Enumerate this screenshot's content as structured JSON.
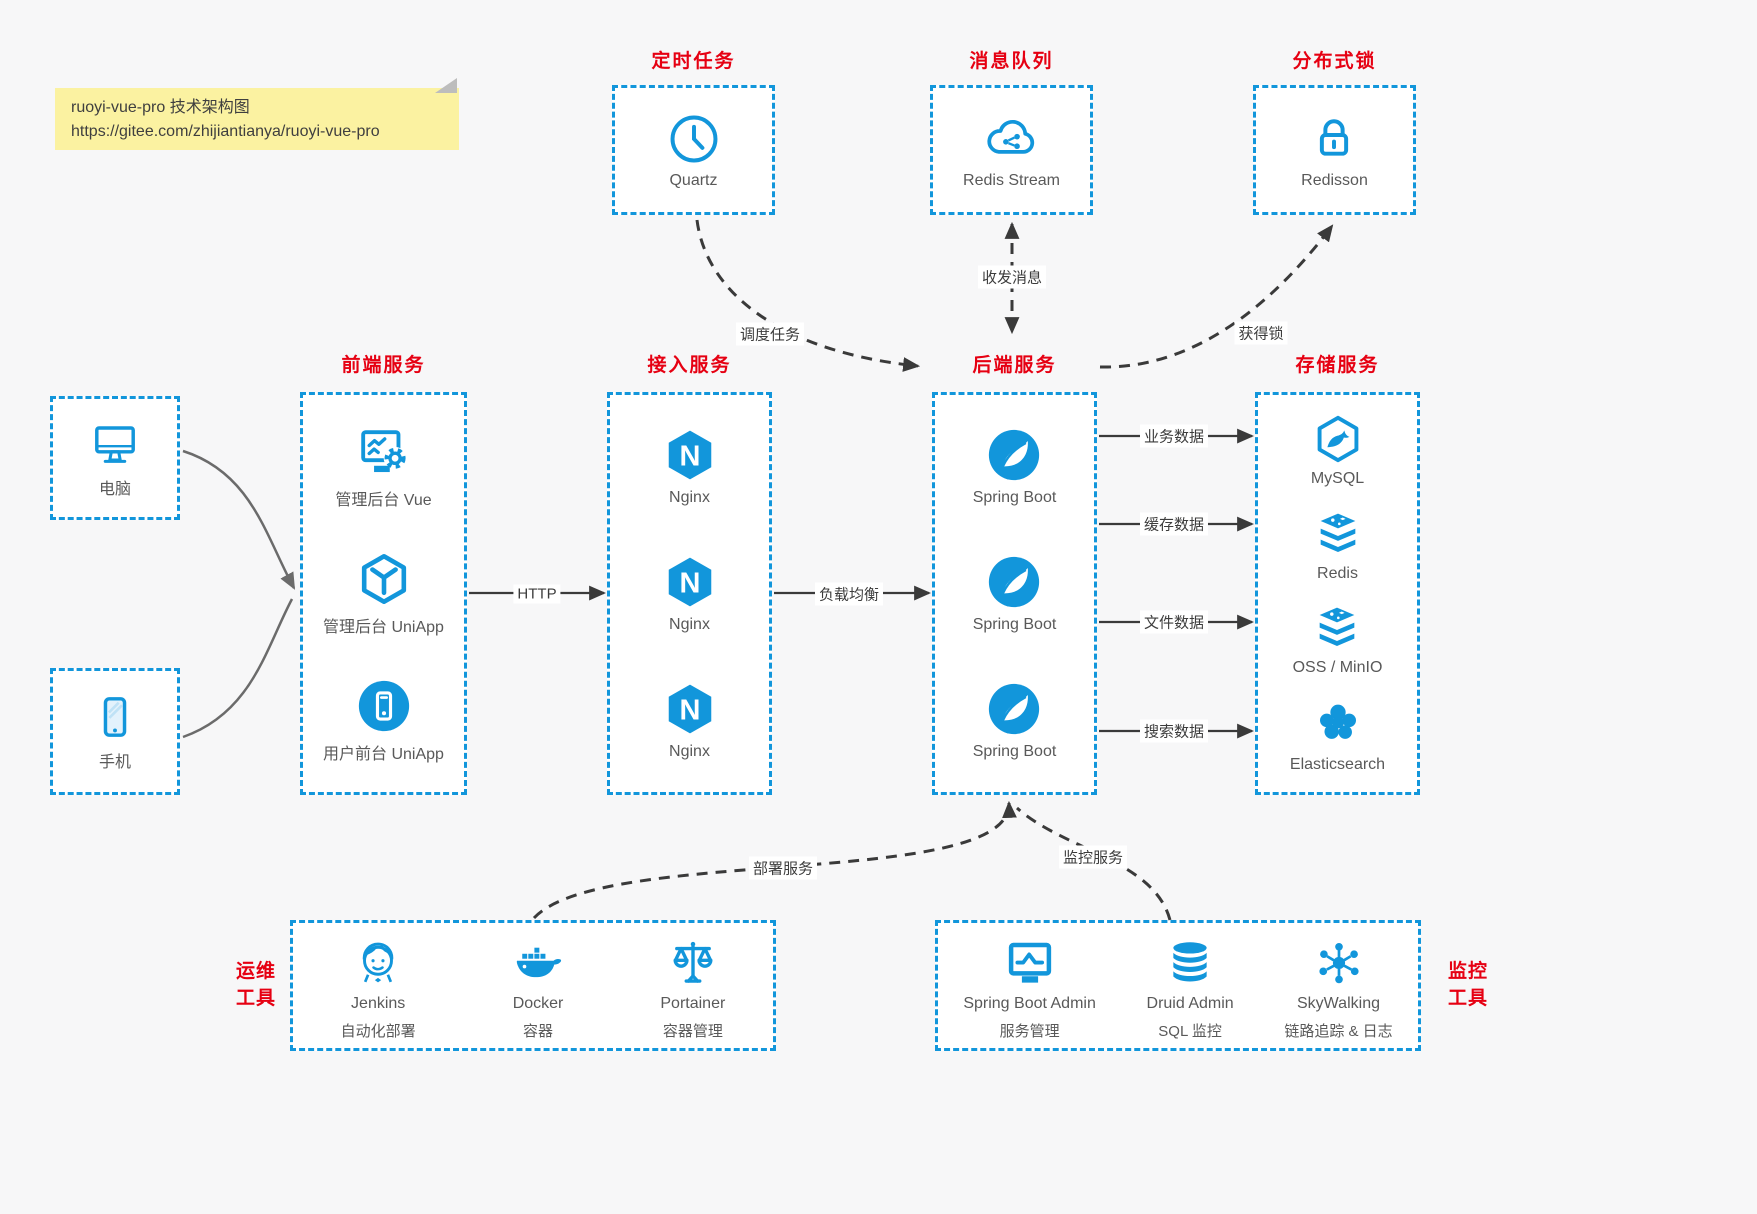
{
  "note": {
    "title": "ruoyi-vue-pro 技术架构图",
    "url": "https://gitee.com/zhijiantianya/ruoyi-vue-pro"
  },
  "colors": {
    "accent_blue": "#1296db",
    "title_red": "#e60012",
    "note_bg": "#fbf2a1",
    "arrow_dark": "#3a3a3a",
    "arrow_gray": "#6b6b6b",
    "box_bg": "#ffffff",
    "page_bg": "#f7f7f8"
  },
  "top_services": [
    {
      "title": "定时任务",
      "label": "Quartz",
      "icon": "clock-icon"
    },
    {
      "title": "消息队列",
      "label": "Redis Stream",
      "icon": "cloud-mq-icon"
    },
    {
      "title": "分布式锁",
      "label": "Redisson",
      "icon": "lock-icon"
    }
  ],
  "clients": [
    {
      "label": "电脑",
      "icon": "desktop-icon"
    },
    {
      "label": "手机",
      "icon": "mobile-icon"
    }
  ],
  "frontend": {
    "title": "前端服务",
    "items": [
      {
        "label": "管理后台 Vue",
        "icon": "admin-vue-icon"
      },
      {
        "label": "管理后台 UniApp",
        "icon": "uniapp-cube-icon"
      },
      {
        "label": "用户前台 UniApp",
        "icon": "user-app-icon"
      }
    ]
  },
  "gateway": {
    "title": "接入服务",
    "items": [
      {
        "label": "Nginx",
        "icon": "nginx-icon"
      },
      {
        "label": "Nginx",
        "icon": "nginx-icon"
      },
      {
        "label": "Nginx",
        "icon": "nginx-icon"
      }
    ]
  },
  "backend": {
    "title": "后端服务",
    "items": [
      {
        "label": "Spring Boot",
        "icon": "spring-icon"
      },
      {
        "label": "Spring Boot",
        "icon": "spring-icon"
      },
      {
        "label": "Spring Boot",
        "icon": "spring-icon"
      }
    ]
  },
  "storage": {
    "title": "存储服务",
    "items": [
      {
        "label": "MySQL",
        "icon": "mysql-icon"
      },
      {
        "label": "Redis",
        "icon": "redis-stack-icon"
      },
      {
        "label": "OSS / MinIO",
        "icon": "oss-stack-icon"
      },
      {
        "label": "Elasticsearch",
        "icon": "elasticsearch-icon"
      }
    ]
  },
  "ops": {
    "title_lines": [
      "运维",
      "工具"
    ],
    "items": [
      {
        "name": "Jenkins",
        "desc": "自动化部署",
        "icon": "jenkins-icon"
      },
      {
        "name": "Docker",
        "desc": "容器",
        "icon": "docker-icon"
      },
      {
        "name": "Portainer",
        "desc": "容器管理",
        "icon": "portainer-icon"
      }
    ]
  },
  "monitoring": {
    "title_lines": [
      "监控",
      "工具"
    ],
    "items": [
      {
        "name": "Spring Boot Admin",
        "desc": "服务管理",
        "icon": "spring-boot-admin-icon"
      },
      {
        "name": "Druid Admin",
        "desc": "SQL 监控",
        "icon": "druid-icon"
      },
      {
        "name": "SkyWalking",
        "desc": "链路追踪 & 日志",
        "icon": "skywalking-icon"
      }
    ]
  },
  "edge_labels": {
    "http": "HTTP",
    "load_balance": "负载均衡",
    "business_data": "业务数据",
    "cache_data": "缓存数据",
    "file_data": "文件数据",
    "search_data": "搜索数据",
    "schedule": "调度任务",
    "message": "收发消息",
    "lock": "获得锁",
    "deploy": "部署服务",
    "monitor": "监控服务"
  }
}
